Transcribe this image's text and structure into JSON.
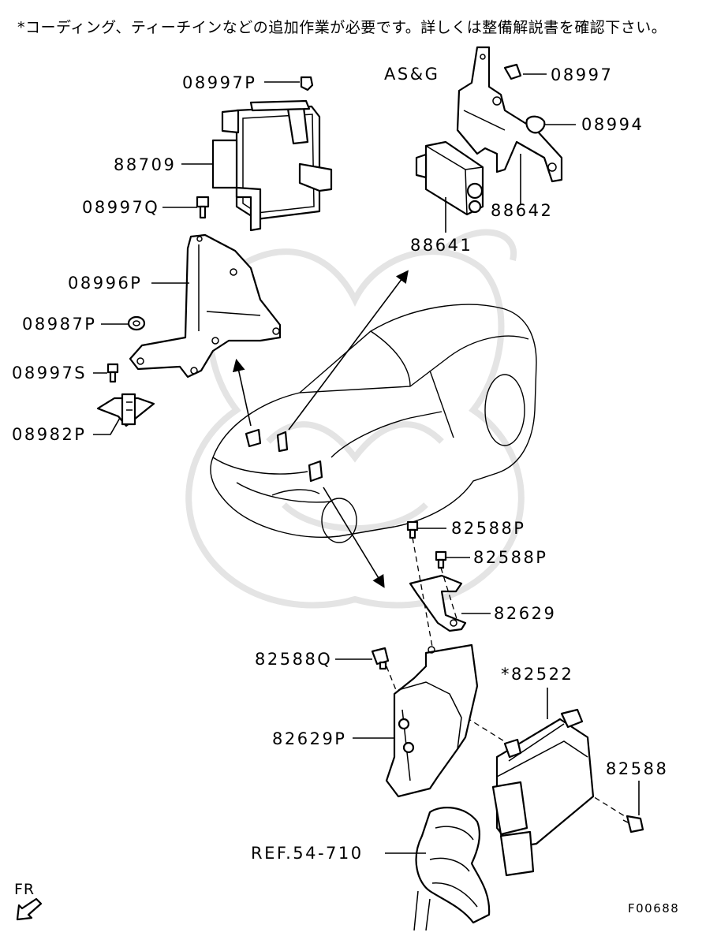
{
  "note": "*コーディング、ティーチインなどの追加作業が必要です。詳しくは整備解説書を確認下さい。",
  "section_label": "AS&G",
  "labels": {
    "p08997P": "08997P",
    "p88709": "88709",
    "p08997Q": "08997Q",
    "p08996P": "08996P",
    "p08987P": "08987P",
    "p08997S": "08997S",
    "p08982P": "08982P",
    "p08997": "08997",
    "p08994": "08994",
    "p88642": "88642",
    "p88641": "88641",
    "p82588P_a": "82588P",
    "p82588P_b": "82588P",
    "p82629": "82629",
    "p82588Q": "82588Q",
    "p82522": "*82522",
    "p82629P": "82629P",
    "p82588": "82588",
    "ref": "REF.54-710"
  },
  "fr_label": "FR",
  "diagram_code": "F00688"
}
